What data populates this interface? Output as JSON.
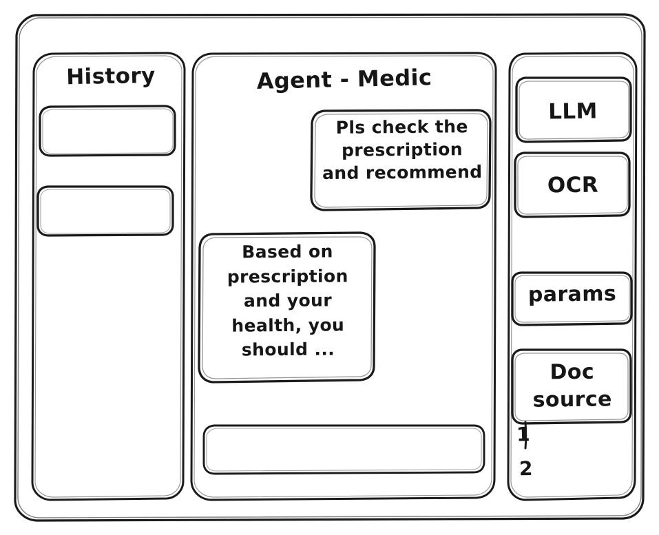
{
  "window": {
    "frame_name": "app-window",
    "background_color": "#ffffff",
    "stroke_color": "#1b1b1b",
    "style": "hand-drawn-wireframe"
  },
  "sidebar": {
    "title": "History",
    "items": [
      {
        "label": "",
        "name": "history-item-1"
      },
      {
        "label": "",
        "name": "history-item-2"
      }
    ]
  },
  "main": {
    "title": "Agent - Medic",
    "messages": [
      {
        "role": "user",
        "text": "Pls check the\nprescription\nand recommend"
      },
      {
        "role": "assistant",
        "text": "Based on\nprescription\nand your\nhealth, you\nshould ..."
      }
    ],
    "composer": {
      "value": "",
      "placeholder": ""
    }
  },
  "tools": {
    "buttons": [
      {
        "label": "LLM",
        "name": "tool-button-llm"
      },
      {
        "label": "OCR",
        "name": "tool-button-ocr"
      },
      {
        "label": "params",
        "name": "tool-button-params"
      },
      {
        "label": "Doc\nsource",
        "name": "tool-button-doc-source"
      }
    ],
    "doc_source_list": [
      {
        "marker": "1"
      },
      {
        "marker": "2"
      }
    ]
  }
}
